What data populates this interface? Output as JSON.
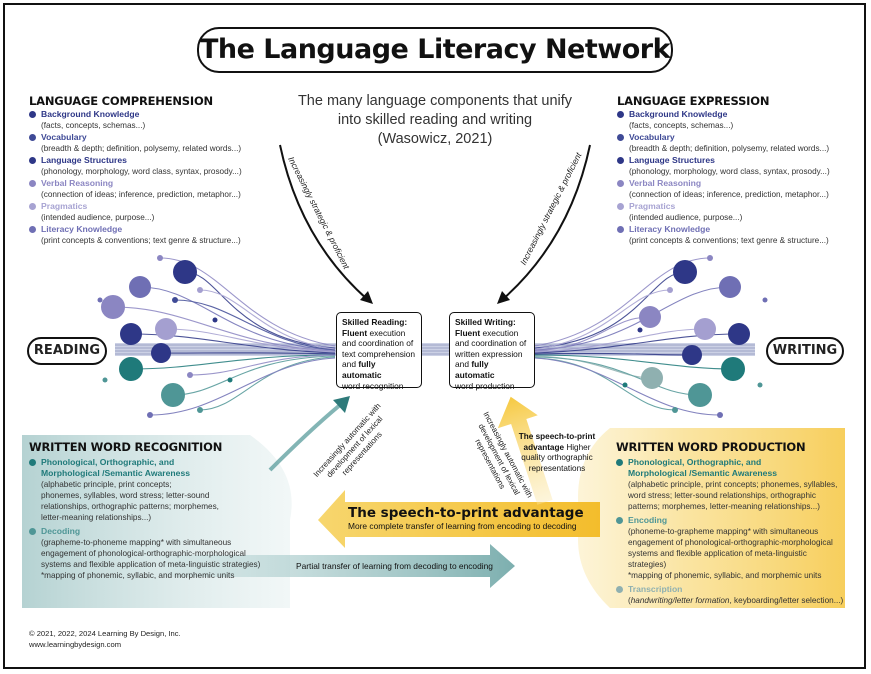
{
  "title": "The Language Literacy Network",
  "subtitle": [
    "The many language components that unify",
    "into skilled reading and writing",
    "(Wasowicz, 2021)"
  ],
  "colors": {
    "navy": "#2e3787",
    "mid_purple": "#6f6fb4",
    "light_purple": "#a49fd0",
    "teal": "#1f7a7a",
    "teal_light": "#4f9696",
    "yellow": "#f5c33a"
  },
  "comprehension": {
    "title": "LANGUAGE COMPREHENSION",
    "items": [
      {
        "label": "Background Knowledge",
        "desc": "(facts, concepts, schemas...)",
        "color": "#2e3787"
      },
      {
        "label": "Vocabulary",
        "desc": "(breadth & depth; definition, polysemy, related words...)",
        "color": "#3f4a96"
      },
      {
        "label": "Language Structures",
        "desc": "(phonology, morphology, word class, syntax, prosody...)",
        "color": "#2e3787"
      },
      {
        "label": "Verbal Reasoning",
        "desc": "(connection of ideas; inference, prediction, metaphor...)",
        "color": "#8b86c2"
      },
      {
        "label": "Pragmatics",
        "desc": "(intended audience, purpose...)",
        "color": "#a7a3d2"
      },
      {
        "label": "Literacy Knowledge",
        "desc": "(print concepts & conventions; text genre & structure...)",
        "color": "#6f6fb4"
      }
    ]
  },
  "expression": {
    "title": "LANGUAGE EXPRESSION",
    "items": [
      {
        "label": "Background Knowledge",
        "desc": "(facts, concepts, schemas...)",
        "color": "#2e3787"
      },
      {
        "label": "Vocabulary",
        "desc": "(breadth & depth; definition, polysemy, related words...)",
        "color": "#3f4a96"
      },
      {
        "label": "Language Structures",
        "desc": "(phonology, morphology, word class, syntax, prosody...)",
        "color": "#2e3787"
      },
      {
        "label": "Verbal Reasoning",
        "desc": "(connection of ideas; inference, prediction, metaphor...)",
        "color": "#8b86c2"
      },
      {
        "label": "Pragmatics",
        "desc": "(intended audience, purpose...)",
        "color": "#a7a3d2"
      },
      {
        "label": "Literacy Knowledge",
        "desc": "(print concepts & conventions; text genre & structure...)",
        "color": "#6f6fb4"
      }
    ]
  },
  "reading_label": "READING",
  "writing_label": "WRITING",
  "strategic_label": "Increasingly strategic & proficient",
  "skilled_reading": {
    "title": "Skilled Reading:",
    "l1a": "Fluent",
    "l1b": " execution",
    "l2": "and coordination of",
    "l3": "text comprehension",
    "l4a": "and ",
    "l4b": "fully automatic",
    "l5": "word recognition"
  },
  "skilled_writing": {
    "title": "Skilled Writing:",
    "l1a": "Fluent",
    "l1b": " execution",
    "l2": "and coordination of",
    "l3": "written expression",
    "l4a": "and ",
    "l4b": "fully automatic",
    "l5": "word production"
  },
  "auto_reading": [
    "Increasingly automatic with",
    "development of lexical",
    "representations"
  ],
  "auto_writing": [
    "Increasingly automatic with",
    "development of lexical",
    "representations"
  ],
  "stp_small": {
    "b1": "The speech-to-print",
    "b2": "advantage",
    "t1": " Higher",
    "t2": "quality orthographic",
    "t3": "representations"
  },
  "stp_big": {
    "title": "The speech-to-print advantage",
    "sub": "More complete transfer of learning from encoding to decoding"
  },
  "partial_transfer": "Partial transfer of learning from decoding to encoding",
  "recognition": {
    "title": "WRITTEN WORD RECOGNITION",
    "items": [
      {
        "h1": "Phonological, Orthographic, and",
        "h2": "Morphological /Semantic Awareness",
        "lines": [
          "(alphabetic principle, print concepts;",
          "phonemes, syllables, word stress; letter-sound",
          "relationships, orthographic patterns; morphemes,",
          "letter-meaning relationships...)"
        ],
        "color": "#1f7a7a"
      },
      {
        "h1": "Decoding",
        "h2": "",
        "lines": [
          "(grapheme-to-phoneme mapping* with simultaneous",
          "engagement of phonological-orthographic-morphological",
          "systems and flexible application of meta-linguistic strategies)",
          "*mapping of phonemic, syllabic, and morphemic units"
        ],
        "color": "#4f9696"
      }
    ]
  },
  "production": {
    "title": "WRITTEN WORD PRODUCTION",
    "items": [
      {
        "h1": "Phonological, Orthographic, and",
        "h2": "Morphological /Semantic Awareness",
        "lines": [
          "(alphabetic principle, print concepts; phonemes, syllables,",
          "word stress; letter-sound relationships, orthographic",
          "patterns; morphemes, letter-meaning relationships...)"
        ],
        "color": "#1f7a7a"
      },
      {
        "h1": "Encoding",
        "h2": "",
        "lines": [
          "(phoneme-to-grapheme mapping* with simultaneous",
          "engagement of phonological-orthographic-morphological",
          "systems and flexible application of meta-linguistic strategies)",
          "*mapping of phonemic, syllabic, and morphemic units"
        ],
        "color": "#4f9696"
      },
      {
        "h1": "Transcription",
        "h2": "",
        "lines": [],
        "color": "#8fb0b0"
      }
    ],
    "transcription_desc": {
      "a": "(",
      "i": "handwriting/letter formation",
      ",": "",
      "b": ", keyboarding/letter selection...)"
    }
  },
  "footer": [
    "© 2021, 2022, 2024 Learning By Design, Inc.",
    "www.learningbydesign.com"
  ]
}
